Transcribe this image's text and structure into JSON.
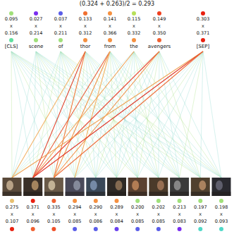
{
  "diagram": {
    "title": "(0.324 + 0.263)/2 = 0.293",
    "labels": [
      "0.095",
      "0.027",
      "0.037",
      "0.133",
      "0.141",
      "0.115",
      "0.149",
      "0.303",
      "x",
      "x",
      "x",
      "x",
      "x",
      "x",
      "x",
      "x",
      "0.156",
      "0.214",
      "0.211",
      "0.312",
      "0.366",
      "0.332",
      "0.350",
      "0.371",
      "[CLS]",
      "scene",
      "of",
      "thor",
      "from",
      "the",
      "avengers",
      "[SEP]",
      "0.275",
      "0.371",
      "0.335",
      "0.294",
      "0.290",
      "0.289",
      "0.200",
      "0.202",
      "0.213",
      "0.197",
      "0.198",
      "x",
      "x",
      "x",
      "x",
      "x",
      "x",
      "x",
      "x",
      "x",
      "x",
      "x",
      "0.107",
      "0.096",
      "0.105",
      "0.085",
      "0.086",
      "0.084",
      "0.085",
      "0.085",
      "0.083",
      "0.092",
      "0.093"
    ]
  }
}
